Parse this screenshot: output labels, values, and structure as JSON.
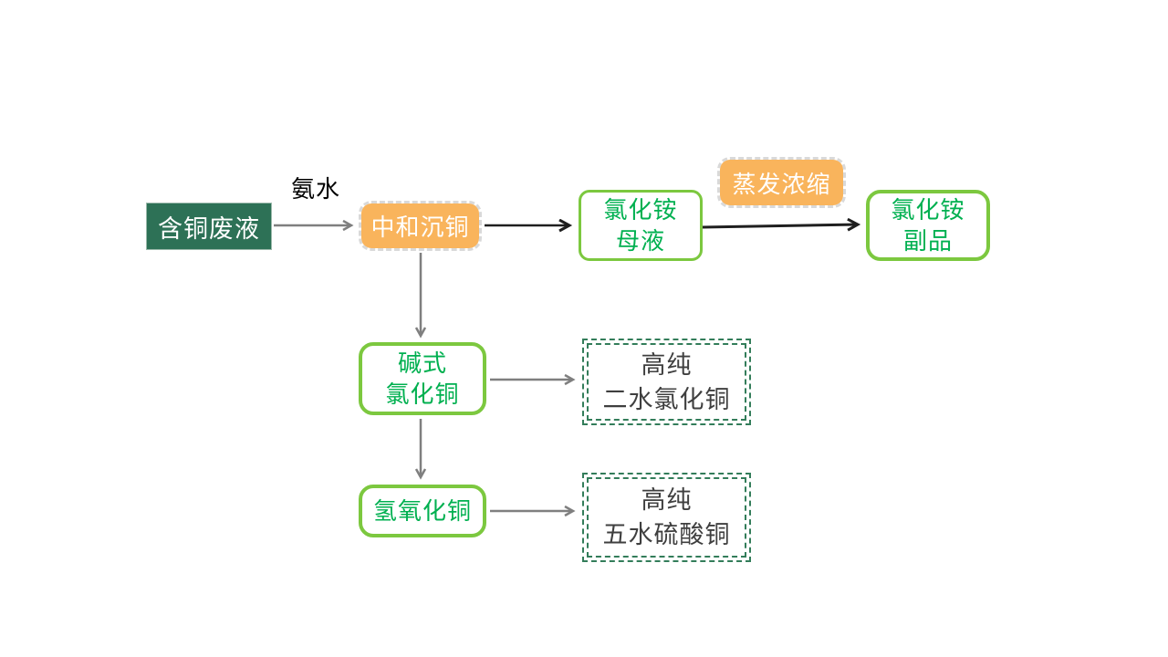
{
  "colors": {
    "canvas_bg": "#FFFFFF",
    "dark_green_fill": "#2D7156",
    "dark_green_edge": "#9BB9AB",
    "orange_fill": "#F9B45C",
    "orange_dash_border": "#D9D9D9",
    "green_border": "#7CC83F",
    "green_text": "#00B050",
    "dash_green": "#337D5A",
    "dark_text": "#3F3F3F",
    "arrow_gray": "#7F7F7F",
    "arrow_dark": "#1F1F1F",
    "edge_label_text": "#000000"
  },
  "diagram": {
    "nodes": {
      "waste_liquid": {
        "label": "含铜废液"
      },
      "neutralize": {
        "label": "中和沉铜"
      },
      "mother_liquor": {
        "label": "氯化铵\n母液"
      },
      "evaporate": {
        "label": "蒸发浓缩"
      },
      "byproduct": {
        "label": "氯化铵\n副品"
      },
      "basic_copper_chloride": {
        "label": "碱式\n氯化铜"
      },
      "high_purity_copper_chloride_dihydrate": {
        "label": "高纯\n二水氯化铜"
      },
      "copper_hydroxide": {
        "label": "氢氧化铜"
      },
      "high_purity_copper_sulfate_pentahydrate": {
        "label": "高纯\n五水硫酸铜"
      }
    },
    "edge_labels": {
      "ammonia": "氨水"
    }
  }
}
